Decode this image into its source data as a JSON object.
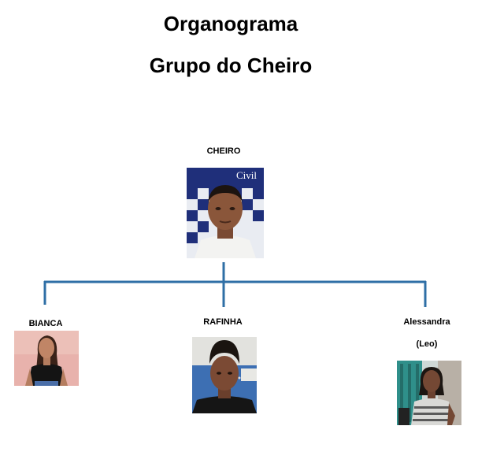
{
  "title": {
    "line1": "Organograma",
    "line2": "Grupo do Cheiro"
  },
  "colors": {
    "connector": "#2f6fa6"
  },
  "nodes": {
    "root": {
      "name": "CHEIRO",
      "badge_text": "Civil",
      "icon": "person-photo"
    },
    "children": [
      {
        "name": "BIANCA",
        "icon": "person-photo"
      },
      {
        "name": "RAFINHA",
        "icon": "person-photo"
      },
      {
        "name": "Alessandra",
        "alias": "(Leo)",
        "icon": "person-photo"
      }
    ]
  }
}
